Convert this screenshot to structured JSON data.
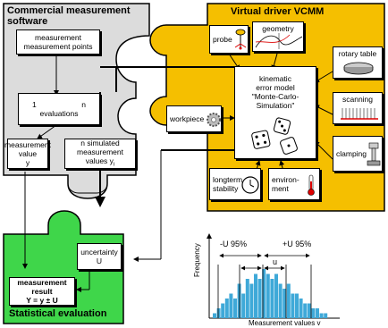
{
  "software": {
    "title": "Commercial measurement software",
    "box_measurement": "measurement",
    "box_points": "measurement points",
    "box_n_one": "1",
    "box_n_n": "n",
    "box_evaluations": "evaluations",
    "box_value_line1": "measurement",
    "box_value_line2": "value",
    "box_value_line3": "y",
    "box_sim_line1": "n simulated",
    "box_sim_line2": "measurement values y",
    "box_sim_sub": "i"
  },
  "vcmm": {
    "title": "Virtual driver VCMM",
    "probe": "probe",
    "geometry": "geometry",
    "rotary_table": "rotary table",
    "workpiece": "workpiece",
    "scanning": "scanning",
    "clamping": "clamping",
    "longterm_line1": "longterm",
    "longterm_line2": "stability",
    "environment_line1": "environ-",
    "environment_line2": "ment",
    "model_line1": "kinematic",
    "model_line2": "error model",
    "model_line3": "\"Monte-Carlo-",
    "model_line4": "Simulation\""
  },
  "statistics": {
    "title": "Statistical evaluation",
    "uncertainty_line1": "uncertainty",
    "uncertainty_line2": "U",
    "result_line1": "measurement",
    "result_line2": "result",
    "result_line3": "Y = y ± U"
  },
  "histogram": {
    "ylabel": "Frequency",
    "xlabel": "Measurement values v",
    "label_minus_u": "-U",
    "label_minus_sub": "95%",
    "label_plus_u": "+U",
    "label_plus_sub": "95%",
    "label_u": "u",
    "bar_color": "#3fa9d8",
    "bars": [
      1,
      2,
      3,
      4,
      5,
      4,
      7,
      5,
      8,
      7,
      9,
      8,
      10,
      9,
      8,
      9,
      7,
      6,
      7,
      5,
      5,
      4,
      3,
      3,
      2,
      2,
      1,
      1
    ]
  },
  "colors": {
    "software_bg": "#dcdcdc",
    "vcmm_bg": "#f5bf00",
    "stats_bg": "#3fd64a"
  }
}
